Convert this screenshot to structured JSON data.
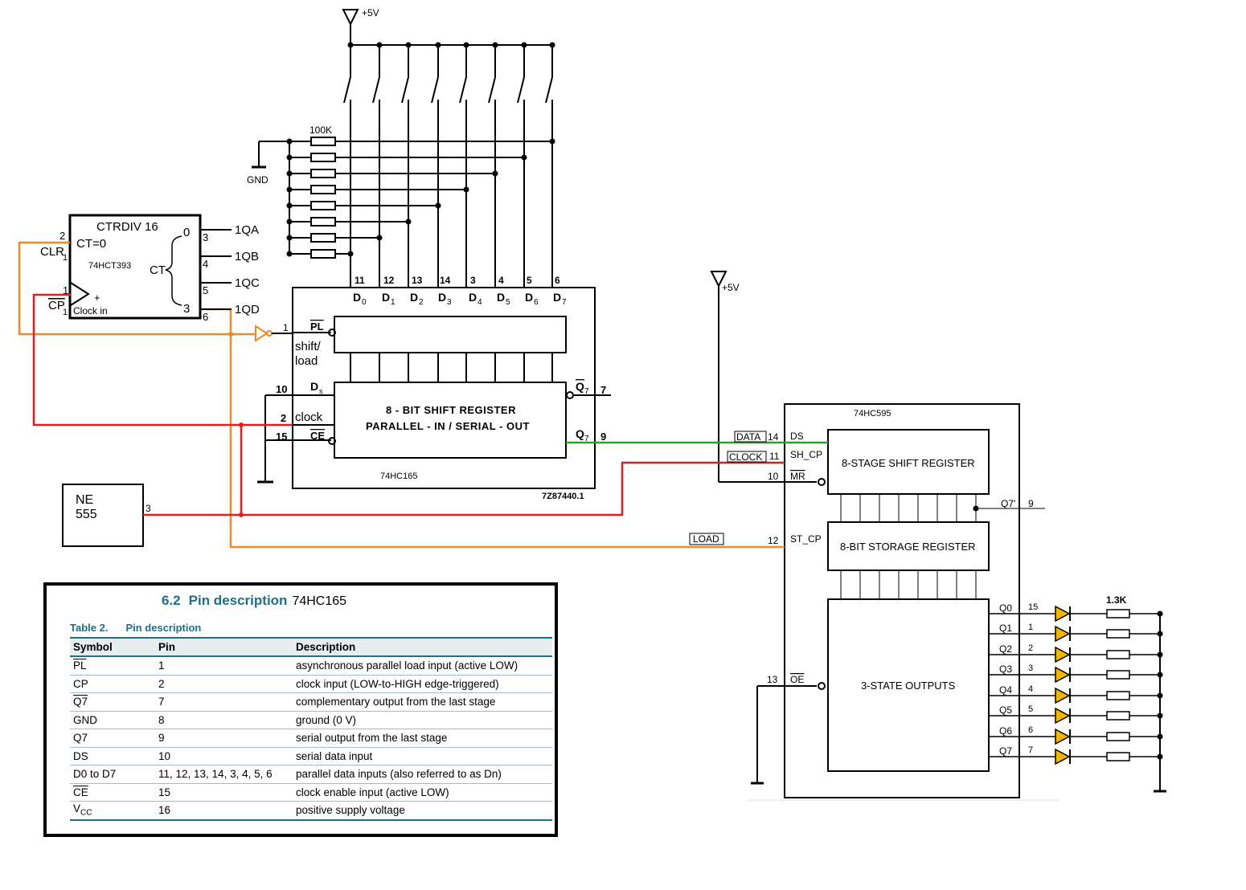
{
  "power": {
    "vcc_top": "+5V",
    "vcc_right": "+5V",
    "gnd": "GND"
  },
  "resistors": {
    "pulldown": "100K",
    "led": "1.3K"
  },
  "counter": {
    "title": "CTRDIV  16",
    "part": "74HCT393",
    "clear": "CT=0",
    "ct": "CT",
    "clr": "CLR",
    "cp": "CP",
    "clock_in": "Clock in",
    "plus": "+",
    "bit_lo": "0",
    "bit_hi": "3",
    "pin_clr": "2",
    "pin_cp": "1",
    "sub_clr": "1",
    "sub_cp": "1",
    "outputs": [
      {
        "pin": "3",
        "name": "1QA"
      },
      {
        "pin": "4",
        "name": "1QB"
      },
      {
        "pin": "5",
        "name": "1QC"
      },
      {
        "pin": "6",
        "name": "1QD"
      }
    ]
  },
  "shift165": {
    "part": "74HC165",
    "title1": "8 - BIT SHIFT REGISTER",
    "title2": "PARALLEL - IN / SERIAL - OUT",
    "code": "7Z87440.1",
    "pl": "PL",
    "shift_load": "shift/",
    "load": "load",
    "ds": "D",
    "ds_sub": "s",
    "clock": "clock",
    "ce": "CE",
    "q7n": "Q",
    "q7": "Q",
    "q_sub": "7",
    "pin_pl": "1",
    "pin_ds": "10",
    "pin_clk": "2",
    "pin_ce": "15",
    "pin_q7n": "7",
    "pin_q7": "9",
    "data_pins": [
      "11",
      "12",
      "13",
      "14",
      "3",
      "4",
      "5",
      "6"
    ],
    "data_names": [
      "D",
      "D",
      "D",
      "D",
      "D",
      "D",
      "D",
      "D"
    ],
    "data_subs": [
      "0",
      "1",
      "2",
      "3",
      "4",
      "5",
      "6",
      "7"
    ]
  },
  "ne555": {
    "line1": "NE",
    "line2": "555",
    "pin": "3"
  },
  "shift595": {
    "part": "74HC595",
    "reg1": "8-STAGE SHIFT REGISTER",
    "reg2": "8-BIT STORAGE REGISTER",
    "outputs": "3-STATE OUTPUTS",
    "ds": "DS",
    "sh_cp": "SH_CP",
    "mr": "MR",
    "st_cp": "ST_CP",
    "oe": "OE",
    "pin_ds": "14",
    "pin_sh": "11",
    "pin_mr": "10",
    "pin_st": "12",
    "pin_oe": "13",
    "q7s": "Q7'",
    "pin_q7s": "9",
    "data_tag": "DATA",
    "clock_tag": "CLOCK",
    "load_tag": "LOAD",
    "q": [
      {
        "name": "Q0",
        "pin": "15"
      },
      {
        "name": "Q1",
        "pin": "1"
      },
      {
        "name": "Q2",
        "pin": "2"
      },
      {
        "name": "Q3",
        "pin": "3"
      },
      {
        "name": "Q4",
        "pin": "4"
      },
      {
        "name": "Q5",
        "pin": "5"
      },
      {
        "name": "Q6",
        "pin": "6"
      },
      {
        "name": "Q7",
        "pin": "7"
      }
    ]
  },
  "wire_colors": {
    "orange": "#f08a24",
    "red": "#e02020",
    "green": "#2aa12a",
    "led": "#f2b600"
  },
  "table": {
    "section": "6.2",
    "title": "Pin description",
    "chip": "74HC165",
    "caption_num": "Table 2.",
    "caption": "Pin description",
    "headers": [
      "Symbol",
      "Pin",
      "Description"
    ],
    "rows": [
      {
        "symbol": "PL",
        "pin": "1",
        "desc": "asynchronous parallel load input (active LOW)"
      },
      {
        "symbol": "CP",
        "pin": "2",
        "desc": "clock input (LOW-to-HIGH edge-triggered)"
      },
      {
        "symbol": "Q7",
        "pin": "7",
        "desc": "complementary output from the last stage"
      },
      {
        "symbol": "GND",
        "pin": "8",
        "desc": "ground (0 V)"
      },
      {
        "symbol": "Q7",
        "pin": "9",
        "desc": "serial output from the last stage"
      },
      {
        "symbol": "DS",
        "pin": "10",
        "desc": "serial data input"
      },
      {
        "symbol": "D0 to D7",
        "pin": "11, 12, 13, 14, 3, 4, 5, 6",
        "desc": "parallel data inputs (also referred to as Dn)"
      },
      {
        "symbol": "CE",
        "pin": "15",
        "desc": "clock enable input (active LOW)"
      },
      {
        "symbol": "V",
        "symbol_sub": "CC",
        "pin": "16",
        "desc": "positive supply voltage"
      }
    ]
  }
}
